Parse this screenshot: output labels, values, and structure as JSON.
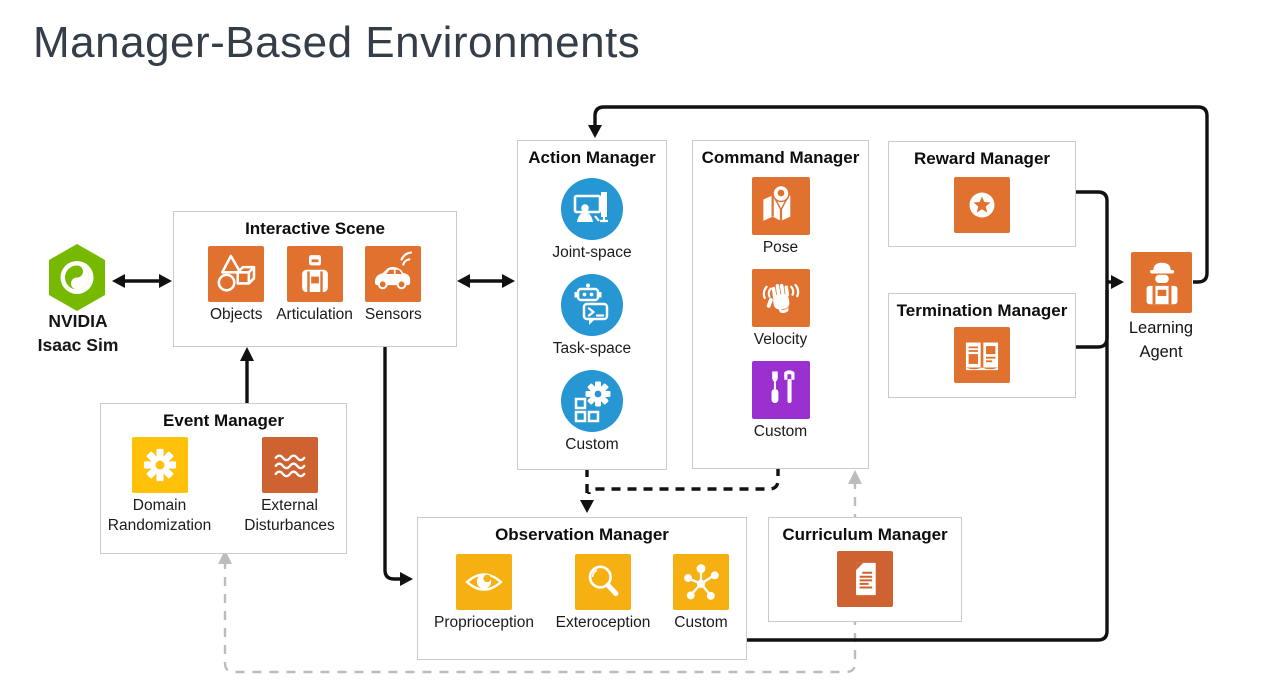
{
  "page_title": "Manager-Based Environments",
  "colors": {
    "orange": "#E0712E",
    "burnt_orange": "#CE6230",
    "yellow": "#FFC10A",
    "gold": "#F6B011",
    "blue": "#2697D3",
    "purple": "#9B30D0",
    "nvidia_green": "#76B900",
    "wire_black": "#111111",
    "wire_gray": "#BCBCBC",
    "title_text": "#343E48"
  },
  "nodes": {
    "isaac_sim": {
      "label_line1": "NVIDIA",
      "label_line2": "Isaac Sim",
      "icon": "isaac-sim-hex-icon"
    },
    "interactive_scene": {
      "title": "Interactive Scene",
      "items": [
        {
          "label": "Objects",
          "icon": "shapes-icon"
        },
        {
          "label": "Articulation",
          "icon": "robot-worker-icon"
        },
        {
          "label": "Sensors",
          "icon": "car-signal-icon"
        }
      ]
    },
    "event_manager": {
      "title": "Event Manager",
      "items": [
        {
          "label": "Domain Randomization",
          "icon": "gear-icon"
        },
        {
          "label": "External Disturbances",
          "icon": "waves-icon"
        }
      ]
    },
    "action_manager": {
      "title": "Action Manager",
      "items": [
        {
          "label": "Joint-space",
          "icon": "presentation-icon"
        },
        {
          "label": "Task-space",
          "icon": "robot-chat-icon"
        },
        {
          "label": "Custom",
          "icon": "gear-blocks-icon"
        }
      ]
    },
    "command_manager": {
      "title": "Command Manager",
      "items": [
        {
          "label": "Pose",
          "icon": "map-pin-icon"
        },
        {
          "label": "Velocity",
          "icon": "waving-hand-icon"
        },
        {
          "label": "Custom",
          "icon": "tools-icon"
        }
      ]
    },
    "reward_manager": {
      "title": "Reward Manager",
      "icon": "star-icon"
    },
    "termination_manager": {
      "title": "Termination Manager",
      "icon": "open-book-icon"
    },
    "observation_manager": {
      "title": "Observation Manager",
      "items": [
        {
          "label": "Proprioception",
          "icon": "eye-icon"
        },
        {
          "label": "Exteroception",
          "icon": "magnifier-icon"
        },
        {
          "label": "Custom",
          "icon": "network-icon"
        }
      ]
    },
    "curriculum_manager": {
      "title": "Curriculum Manager",
      "icon": "document-icon"
    },
    "learning_agent": {
      "label_line1": "Learning",
      "label_line2": "Agent",
      "icon": "worker-icon"
    }
  }
}
